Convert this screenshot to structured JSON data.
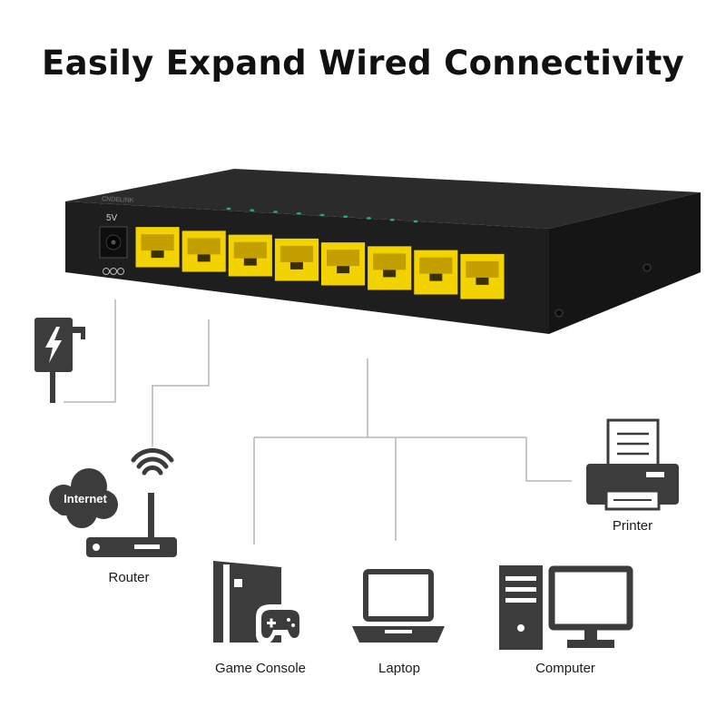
{
  "headline": "Easily Expand Wired Connectivity",
  "switch": {
    "power_label": "5V",
    "brand": "CNDELINK",
    "port_count": 8,
    "led_count": 9,
    "colors": {
      "body": "#1c1c1c",
      "top": "#2b2b2b",
      "port": "#f2d200",
      "port_inner": "#c49f00",
      "led": "#2aa86a"
    }
  },
  "devices": {
    "power_adapter": {
      "icon": "power-adapter-icon"
    },
    "internet": {
      "label": "Internet",
      "icon": "cloud-icon"
    },
    "router": {
      "label": "Router",
      "icon": "router-icon"
    },
    "printer": {
      "label": "Printer",
      "icon": "printer-icon"
    },
    "game_console": {
      "label": "Game Console",
      "icon": "game-console-icon"
    },
    "laptop": {
      "label": "Laptop",
      "icon": "laptop-icon"
    },
    "computer": {
      "label": "Computer",
      "icon": "computer-icon"
    }
  },
  "colors": {
    "icon": "#3c3c3c",
    "line": "#b5b5b5",
    "text": "#1a1a1a"
  }
}
